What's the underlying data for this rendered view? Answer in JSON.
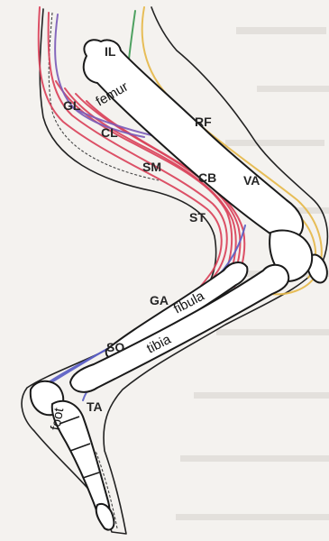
{
  "colors": {
    "background": "#f4f2ef",
    "muscle_red": "#d9425a",
    "muscle_purple": "#7b5cb8",
    "muscle_green": "#3f9a55",
    "muscle_yellow": "#e5b84a",
    "muscle_blue": "#5b5fc4",
    "bone_fill": "#ffffff",
    "outline": "#222222"
  },
  "muscles": [
    {
      "label": "IL",
      "color": "#3f9a55"
    },
    {
      "label": "GL",
      "color": "#7b5cb8"
    },
    {
      "label": "CL",
      "color": "#7b5cb8"
    },
    {
      "label": "SM",
      "color": "#d9425a"
    },
    {
      "label": "ST",
      "color": "#d9425a"
    },
    {
      "label": "RF",
      "color": "#e5b84a"
    },
    {
      "label": "VA",
      "color": "#e5b84a"
    },
    {
      "label": "CB",
      "color": "#d9425a"
    },
    {
      "label": "GA",
      "color": "#5b5fc4"
    },
    {
      "label": "SO",
      "color": "#5b5fc4"
    },
    {
      "label": "TA",
      "color": "#5b5fc4"
    }
  ],
  "bones": [
    {
      "label": "femur"
    },
    {
      "label": "fibula"
    },
    {
      "label": "tibia"
    },
    {
      "label": "foot"
    }
  ]
}
